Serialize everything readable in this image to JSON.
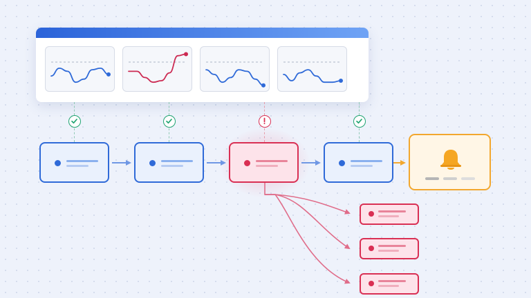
{
  "icons": {
    "check": "check-icon",
    "warning": "exclamation-icon",
    "bell": "bell-icon",
    "arrow": "arrow-right-icon"
  },
  "colors": {
    "primary_blue": "#2f6ad8",
    "error_red": "#d92f53",
    "success_green": "#20a472",
    "alert_amber": "#f2a72e",
    "panel_gradient_start": "#2b63d9",
    "panel_gradient_end": "#6fa3f5"
  },
  "monitor_panel": {
    "charts": [
      {
        "status": "ok",
        "color": "#2f6ad8",
        "end_dot": true,
        "values": [
          0.35,
          0.6,
          0.5,
          0.15,
          0.25,
          0.55,
          0.6,
          0.4
        ]
      },
      {
        "status": "ok",
        "color": "#cc2a52",
        "end_dot": true,
        "values": [
          0.5,
          0.5,
          0.3,
          0.15,
          0.2,
          0.45,
          1.0,
          1.05
        ]
      },
      {
        "status": "error",
        "color": "#2f6ad8",
        "end_dot": true,
        "values": [
          0.55,
          0.4,
          0.15,
          0.3,
          0.55,
          0.5,
          0.25,
          0.05
        ]
      },
      {
        "status": "ok",
        "color": "#2f6ad8",
        "end_dot": true,
        "values": [
          0.4,
          0.2,
          0.45,
          0.55,
          0.35,
          0.15,
          0.15,
          0.2
        ]
      }
    ]
  },
  "pipeline": {
    "stages": [
      {
        "status": "ok"
      },
      {
        "status": "ok"
      },
      {
        "status": "error"
      },
      {
        "status": "ok"
      }
    ],
    "alert": {
      "type": "notification",
      "pill_colors": [
        "#b5b5b5",
        "#cfcfcf",
        "#dddddd"
      ]
    },
    "branches": [
      {
        "status": "error"
      },
      {
        "status": "error"
      },
      {
        "status": "error"
      }
    ]
  }
}
